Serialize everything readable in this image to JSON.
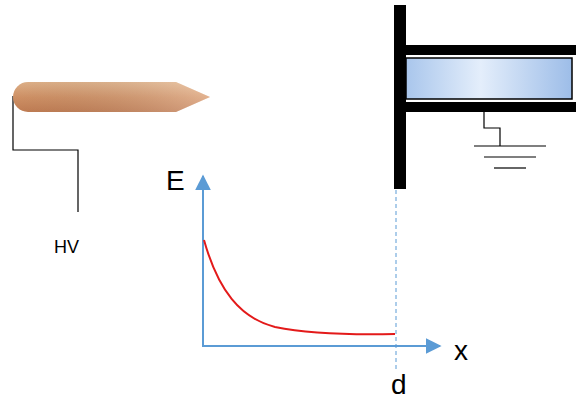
{
  "diagram": {
    "labels": [
      "HV",
      "E",
      "x",
      "d"
    ]
  }
}
